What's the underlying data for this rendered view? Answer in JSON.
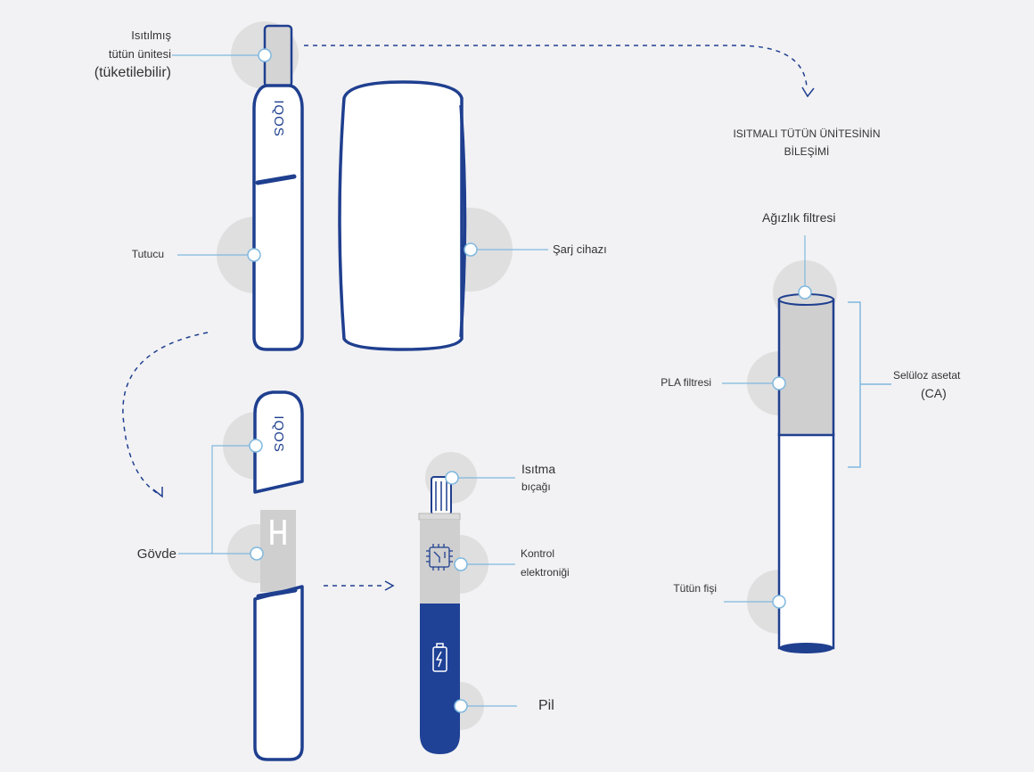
{
  "device": {
    "consumable_label": [
      "Isıtılmış",
      "tütün ünitesi",
      "(tüketilebilir)"
    ],
    "holder_label": "Tutucu",
    "charger_label": "Şarj cihazı",
    "body_label": "Gövde",
    "blade_label": [
      "Isıtma",
      "bıçağı"
    ],
    "electronics_label": [
      "Kontrol",
      "elektroniği"
    ],
    "battery_label": "Pil",
    "brand_text": "IQOS"
  },
  "composition": {
    "title": [
      "ISITMALI TÜTÜN ÜNİTESİNİN",
      "BİLEŞİMİ"
    ],
    "mouth_filter": "Ağızlık filtresi",
    "pla_filter": "PLA filtresi",
    "cellulose_acetate": "Selüloz asetat",
    "ca_abbr": "(CA)",
    "tobacco_plug": "Tütün fişi"
  },
  "colors": {
    "device_blue": "#1f3f8f",
    "callout_line": "#7fb8de",
    "highlight_circle": "#dcdcdc",
    "grey_section": "#cfcfcf",
    "background": "#f2f2f4"
  },
  "icons": [
    "chip-icon",
    "battery-icon",
    "letter-h-icon"
  ]
}
